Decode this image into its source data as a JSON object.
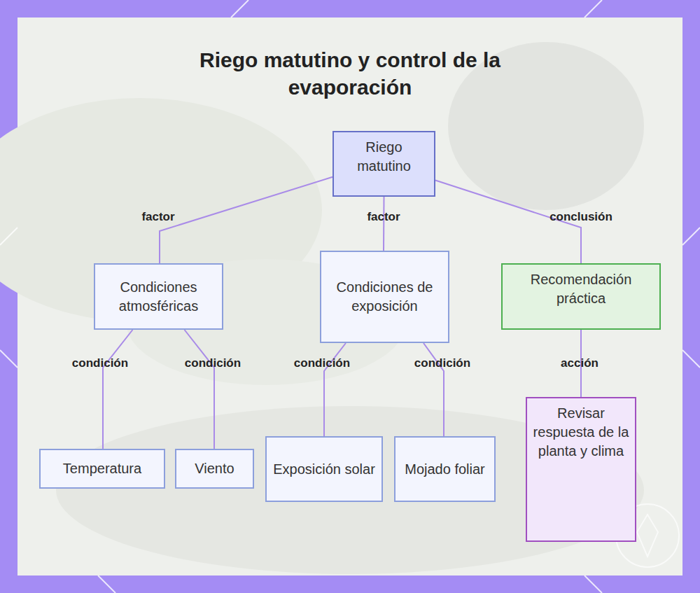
{
  "diagram": {
    "title": "Riego matutino y control de la evaporación",
    "nodes": [
      {
        "text": [
          "Riego matutino"
        ]
      },
      {
        "text": [
          "Condiciones atmosféricas"
        ]
      },
      {
        "text": [
          "Condiciones de exposición"
        ]
      },
      {
        "text": [
          "Recomendación práctica"
        ]
      },
      {
        "text": [
          "Temperatura"
        ]
      },
      {
        "text": [
          "Viento"
        ]
      },
      {
        "text": [
          "Exposición solar"
        ]
      },
      {
        "text": [
          "Mojado foliar"
        ]
      },
      {
        "text": [
          "Revisar respuesta de la planta y clima"
        ]
      }
    ],
    "edges": [
      {
        "from": 0,
        "to": 1,
        "arrow": "none",
        "label": "factor"
      },
      {
        "from": 0,
        "to": 2,
        "arrow": "none",
        "label": "factor"
      },
      {
        "from": 0,
        "to": 3,
        "arrow": "none",
        "label": "conclusión"
      },
      {
        "from": 1,
        "to": 4,
        "arrow": "none",
        "label": "condición"
      },
      {
        "from": 1,
        "to": 5,
        "arrow": "none",
        "label": "condición"
      },
      {
        "from": 2,
        "to": 6,
        "arrow": "none",
        "label": "condición"
      },
      {
        "from": 2,
        "to": 7,
        "arrow": "none",
        "label": "condición"
      },
      {
        "from": 3,
        "to": 8,
        "arrow": "none",
        "label": "acción"
      }
    ]
  }
}
